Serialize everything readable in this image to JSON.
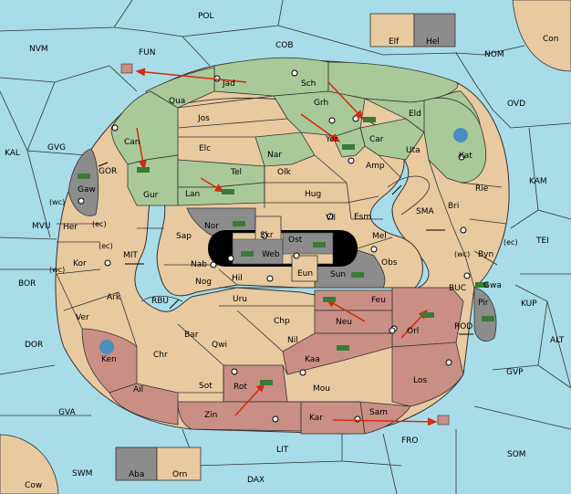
{
  "colors": {
    "sea": "#a8dce8",
    "land": "#e8c9a0",
    "green": "#a9c998",
    "red": "#c98f84",
    "grey": "#8c8c8c",
    "arrow": "#d62a10",
    "tank": "#3a7a3a",
    "fleet": "#4a8fbf",
    "black": "#000000"
  },
  "sea": {
    "pol": "POL",
    "nvm": "NVM",
    "fun": "FUN",
    "cob": "COB",
    "nom": "NOM",
    "ovd": "OVD",
    "kam": "KAM",
    "tei": "TEI",
    "kal": "KAL",
    "gvg": "GVG",
    "mvu": "MVU",
    "bor": "BOR",
    "dor": "DOR",
    "gva": "GVA",
    "swm": "SWM",
    "lit": "LIT",
    "dax": "DAX",
    "fro": "FRO",
    "som": "SOM",
    "gvp": "GVP",
    "alt": "ALT",
    "kup": "KUP",
    "buc": "BUC",
    "rod": "ROD",
    "mit": "MIT",
    "rbu": "RBU",
    "sma": "SMA",
    "gor": "GOR"
  },
  "corner": {
    "con": "Con",
    "cow": "Cow"
  },
  "boxes": {
    "elf": "Elf",
    "hel": "Hel",
    "aba": "Aba",
    "orn": "Orn"
  },
  "land": {
    "jad": "Jad",
    "sch": "Sch",
    "qua": "Qua",
    "jos": "Jos",
    "grh": "Grh",
    "eld": "Eld",
    "can": "Can",
    "elc": "Elc",
    "nar": "Nar",
    "yor": "Yor",
    "car": "Car",
    "uta": "Uta",
    "kat": "Kat",
    "gur": "Gur",
    "tel": "Tel",
    "olk": "Olk",
    "amp": "Amp",
    "lan": "Lan",
    "hug": "Hug",
    "rie": "Rie",
    "gaw": "Gaw",
    "nor": "Nor",
    "skr": "Skr",
    "vil": "Vil",
    "esm": "Esm",
    "bri": "Bri",
    "her": "Her",
    "sap": "Sap",
    "ost": "Ost",
    "mel": "Mel",
    "byn": "Byn",
    "web": "Web",
    "kor": "Kor",
    "nab": "Nab",
    "eun": "Eun",
    "sun": "Sun",
    "obs": "Obs",
    "gwa": "Gwa",
    "hil": "Hil",
    "nog": "Nog",
    "ark": "Ark",
    "uru": "Uru",
    "feu": "Feu",
    "pir": "Pir",
    "neu": "Neu",
    "ver": "Ver",
    "chp": "Chp",
    "orl": "Orl",
    "bar": "Bar",
    "qwi": "Qwi",
    "nil": "Nil",
    "ken": "Ken",
    "chr": "Chr",
    "kaa": "Kaa",
    "los": "Los",
    "rot": "Rot",
    "sot": "Sot",
    "ail": "Ail",
    "mou": "Mou",
    "zin": "Zin",
    "kar": "Kar",
    "sam": "Sam"
  },
  "coast": {
    "wc1": "(wc)",
    "ec1": "(ec)",
    "ec2": "(ec)",
    "wc2": "(wc)",
    "wc3": "(wc)",
    "ec3": "(ec)"
  }
}
